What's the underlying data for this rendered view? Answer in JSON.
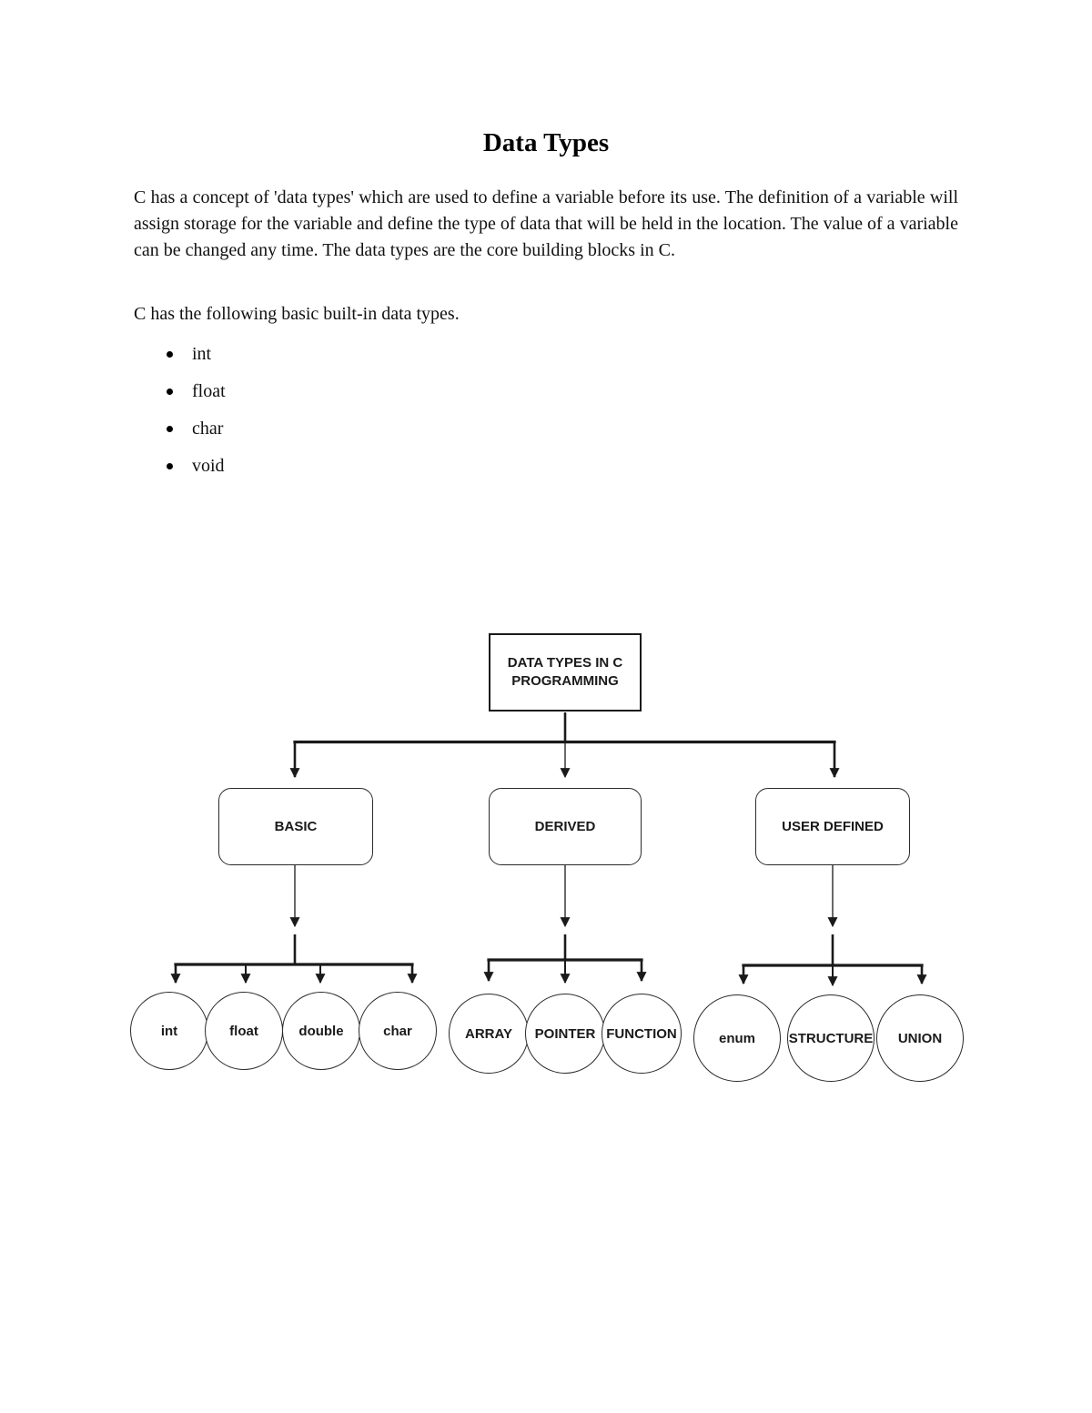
{
  "document": {
    "title": "Data Types",
    "intro_paragraph": "C has a concept of 'data types' which are used to define a variable before its use. The definition of a variable will assign storage for the variable and define the type of data that will be held in the location. The value of a variable can be changed any time. The data types are the core building blocks in C.",
    "list_intro": "C has the following basic built-in data types.",
    "bullets": [
      "int",
      "float",
      "char",
      "void"
    ]
  },
  "diagram": {
    "root_label_line1": "DATA TYPES IN C",
    "root_label_line2": "PROGRAMMING",
    "branches": [
      {
        "label": "BASIC",
        "children": [
          "int",
          "float",
          "double",
          "char"
        ]
      },
      {
        "label": "DERIVED",
        "children": [
          "ARRAY",
          "POINTER",
          "FUNCTION"
        ]
      },
      {
        "label": "USER DEFINED",
        "children": [
          "enum",
          "STRUCTURE",
          "UNION"
        ]
      }
    ],
    "colors": {
      "line": "#1a1a1a",
      "text": "#1a1a1a",
      "page_background": "#ffffff"
    }
  }
}
